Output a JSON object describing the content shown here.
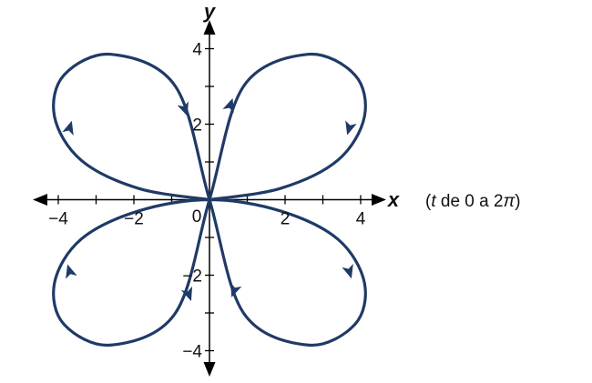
{
  "chart_data": {
    "type": "line",
    "title": "",
    "xlabel": "x",
    "ylabel": "y",
    "xlim": [
      -4.8,
      4.8
    ],
    "ylim": [
      -4.8,
      4.8
    ],
    "grid": false,
    "x_ticks": [
      -4,
      -3,
      -2,
      -1,
      1,
      2,
      3,
      4
    ],
    "y_ticks": [
      -4,
      -3,
      -2,
      -1,
      1,
      2,
      3,
      4
    ],
    "x_tick_labels": [
      {
        "value": -4,
        "label": "−4"
      },
      {
        "value": -2,
        "label": "−2"
      },
      {
        "value": 2,
        "label": "2"
      },
      {
        "value": 4,
        "label": "4"
      }
    ],
    "y_tick_labels": [
      {
        "value": 4,
        "label": "4"
      },
      {
        "value": 2,
        "label": "2"
      },
      {
        "value": -2,
        "label": "−2"
      },
      {
        "value": -4,
        "label": "−4"
      }
    ],
    "origin_label": "0",
    "annotation": {
      "open": "(",
      "variable": "t",
      "text": " de 0 a 2",
      "pi": "π",
      "close": ")"
    },
    "curve_color": "#1f3a66",
    "axis_color": "#000000",
    "series": [
      {
        "parametric": true,
        "x": [
          0,
          1.88,
          3.4,
          4.1,
          3.85,
          2.6,
          0.9,
          0,
          -0.9,
          -2.6,
          -3.85,
          -4.1,
          -3.4,
          -1.88,
          0,
          1.88,
          3.4,
          4.1,
          3.85,
          2.6,
          0.9,
          0,
          -0.9,
          -2.6,
          -3.85,
          -4.1,
          -3.4,
          -1.88,
          0
        ],
        "y": [
          0,
          0.3,
          1.05,
          2.2,
          3.3,
          3.85,
          3.0,
          0,
          -3.0,
          -3.85,
          -3.3,
          -2.2,
          -1.05,
          -0.3,
          0,
          -0.3,
          -1.05,
          -2.2,
          -3.3,
          -3.85,
          -3.0,
          0,
          3.0,
          3.85,
          3.3,
          2.2,
          1.05,
          0.3,
          0
        ],
        "direction_arrows": [
          {
            "x": 3.7,
            "y": 1.9,
            "dx": -0.3,
            "dy": -1
          },
          {
            "x": 0.55,
            "y": 2.5,
            "dx": 0.35,
            "dy": 1
          },
          {
            "x": -0.65,
            "y": 2.4,
            "dx": 0.35,
            "dy": -1
          },
          {
            "x": -3.7,
            "y": 1.9,
            "dx": 0.3,
            "dy": 1
          },
          {
            "x": 3.7,
            "y": -1.9,
            "dx": 0.3,
            "dy": -1
          },
          {
            "x": 0.65,
            "y": -2.4,
            "dx": -0.35,
            "dy": -1
          },
          {
            "x": -0.55,
            "y": -2.5,
            "dx": 0.35,
            "dy": -1
          },
          {
            "x": -3.7,
            "y": -1.9,
            "dx": -0.3,
            "dy": 1
          }
        ]
      }
    ]
  }
}
